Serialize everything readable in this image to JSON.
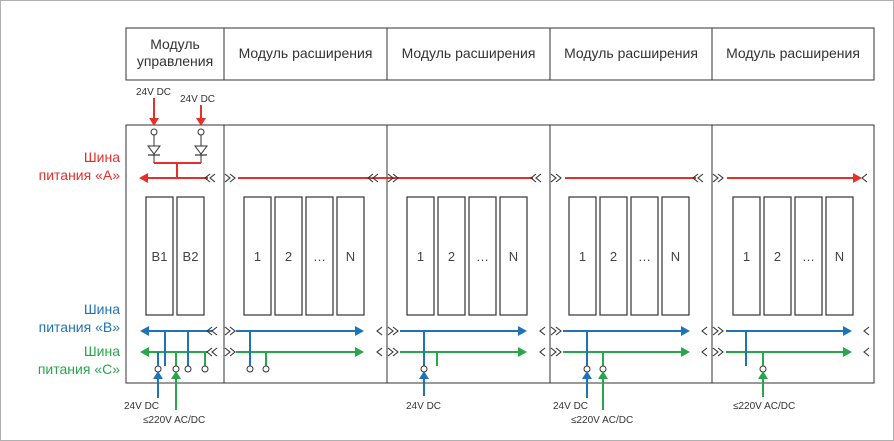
{
  "header": {
    "control_module_line1": "Модуль",
    "control_module_line2": "управления",
    "expansion_modules": [
      "Модуль расширения",
      "Модуль расширения",
      "Модуль расширения",
      "Модуль расширения"
    ]
  },
  "buses": {
    "a": {
      "line1": "Шина",
      "line2": "питания «А»",
      "color": "#e5302b"
    },
    "b": {
      "line1": "Шина",
      "line2": "питания «В»",
      "color": "#1f74b8"
    },
    "c": {
      "line1": "Шина",
      "line2": "питания «С»",
      "color": "#27a74a"
    }
  },
  "control_slots": [
    "B1",
    "B2"
  ],
  "expansion_slots": [
    "1",
    "2",
    "…",
    "N"
  ],
  "top_supply": {
    "left": "24V DC",
    "right": "24V DC"
  },
  "bottom_labels": {
    "control_dc": "24V DC",
    "control_ac": "≤220V AC/DC",
    "module2_dc": "24V DC",
    "module3_dc": "24V DC",
    "module3_ac": "≤220V AC/DC",
    "module4_ac": "≤220V AC/DC"
  }
}
